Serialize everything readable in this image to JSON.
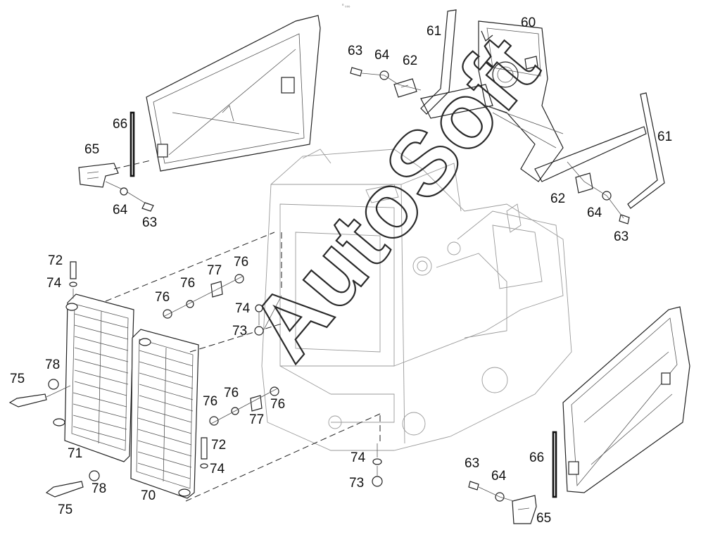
{
  "header": {
    "mark": "⁰ ₀₀₀"
  },
  "watermark": {
    "text": "AutoSoft"
  },
  "callouts": [
    {
      "id": "c61a",
      "label": "61"
    },
    {
      "id": "c60",
      "label": "60"
    },
    {
      "id": "c63a",
      "label": "63"
    },
    {
      "id": "c64a",
      "label": "64"
    },
    {
      "id": "c62a",
      "label": "62"
    },
    {
      "id": "c61b",
      "label": "61"
    },
    {
      "id": "c62b",
      "label": "62"
    },
    {
      "id": "c64b",
      "label": "64"
    },
    {
      "id": "c63b",
      "label": "63"
    },
    {
      "id": "c66a",
      "label": "66"
    },
    {
      "id": "c65a",
      "label": "65"
    },
    {
      "id": "c64c",
      "label": "64"
    },
    {
      "id": "c63c",
      "label": "63"
    },
    {
      "id": "c72a",
      "label": "72"
    },
    {
      "id": "c74a",
      "label": "74"
    },
    {
      "id": "c77a",
      "label": "77"
    },
    {
      "id": "c76a",
      "label": "76"
    },
    {
      "id": "c76b",
      "label": "76"
    },
    {
      "id": "c76c",
      "label": "76"
    },
    {
      "id": "c74b",
      "label": "74"
    },
    {
      "id": "c73a",
      "label": "73"
    },
    {
      "id": "c78a",
      "label": "78"
    },
    {
      "id": "c75a",
      "label": "75"
    },
    {
      "id": "c76d",
      "label": "76"
    },
    {
      "id": "c76e",
      "label": "76"
    },
    {
      "id": "c76f",
      "label": "76"
    },
    {
      "id": "c77b",
      "label": "77"
    },
    {
      "id": "c71",
      "label": "71"
    },
    {
      "id": "c72b",
      "label": "72"
    },
    {
      "id": "c74c",
      "label": "74"
    },
    {
      "id": "c78b",
      "label": "78"
    },
    {
      "id": "c75b",
      "label": "75"
    },
    {
      "id": "c70",
      "label": "70"
    },
    {
      "id": "c74d",
      "label": "74"
    },
    {
      "id": "c73b",
      "label": "73"
    },
    {
      "id": "c63d",
      "label": "63"
    },
    {
      "id": "c64d",
      "label": "64"
    },
    {
      "id": "c66b",
      "label": "66"
    },
    {
      "id": "c65b",
      "label": "65"
    }
  ]
}
